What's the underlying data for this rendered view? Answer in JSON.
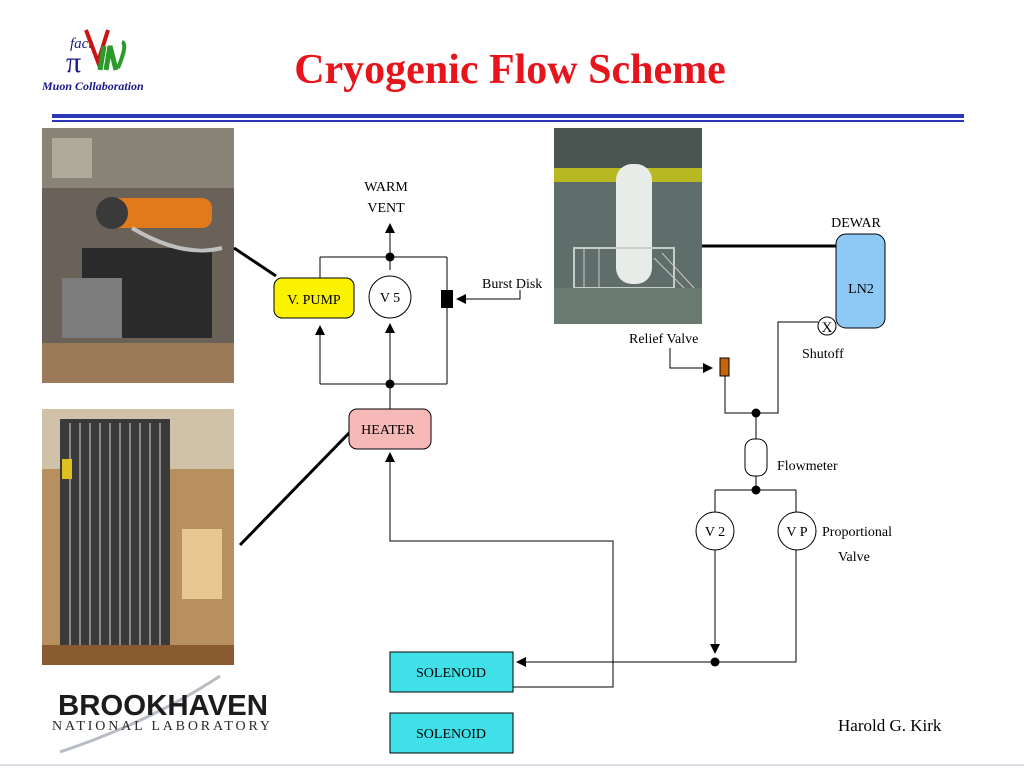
{
  "header": {
    "title": "Cryogenic Flow Scheme",
    "logo_text": "Muon Collaboration",
    "logo_mark": "fact"
  },
  "diagram": {
    "warm_vent": [
      "WARM",
      "VENT"
    ],
    "v_pump": "V. PUMP",
    "v5": "V 5",
    "burst_disk": "Burst Disk",
    "heater": "HEATER",
    "dewar": "DEWAR",
    "ln2": "LN2",
    "shutoff_mark": "X",
    "shutoff": "Shutoff",
    "relief_valve": "Relief Valve",
    "flowmeter": "Flowmeter",
    "v2": "V 2",
    "vp": "V P",
    "proportional_valve": [
      "Proportional",
      "Valve"
    ],
    "solenoid_1": "SOLENOID",
    "solenoid_2": "SOLENOID"
  },
  "footer": {
    "lab_name": "BROOKHAVEN",
    "lab_sub": "NATIONAL LABORATORY",
    "author": "Harold G. Kirk"
  },
  "colors": {
    "title": "#e8141c",
    "rule": "#2a35b8",
    "v_pump_fill": "#fbf200",
    "heater_fill": "#f7b8b8",
    "dewar_fill": "#8ec8f4",
    "solenoid_fill": "#3fe0e8",
    "relief_valve_fill": "#c8640a"
  }
}
